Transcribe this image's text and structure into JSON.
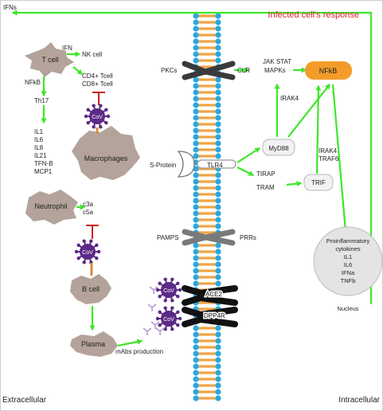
{
  "colors": {
    "arrow": "#3ee62a",
    "inhibit": "#cc1f1f",
    "title": "#d62424",
    "cell": "#b3a39a",
    "virus": "#5b2a86",
    "nfkb": "#f39c2a",
    "bead": "#29a8e0",
    "tail": "#f0a545",
    "receptor": "#3a3a3a",
    "nucleus": "#e4e4e4"
  },
  "labels": {
    "title": "Infected cell's response",
    "ifns": "IFNs",
    "extracellular": "Extracellular",
    "intracellular": "Intracellular",
    "nucleus": "Nucleus",
    "tcell": "T cell",
    "ifn": "IFN",
    "nkcell": "NK cell",
    "nfkb_small": "NFkB",
    "th17": "Th17",
    "cd4": "CD4+ Tcell",
    "cd8": "CD8+ Tcell",
    "cytokines": [
      "IL1",
      "IL6",
      "IL8",
      "IL21",
      "TFN-B",
      "MCP1"
    ],
    "cov": "CoV",
    "macrophages": "Macrophages",
    "neutrophil": "Neutrophil",
    "c3a": "c3a",
    "c5a": "c5a",
    "bcell": "B cell",
    "plasma": "Plasma",
    "mabs": "mAbs production",
    "pkcs": "PKCs",
    "clr": "CLR",
    "jakstat": "JAK STAT",
    "mapks": "MAPKs",
    "nfkb": "NFkB",
    "irak4_a": "IRAK4",
    "myd88": "MyD88",
    "irak4_b": "IRAK4",
    "traf6": "TRAF6",
    "sprotein": "S-Protein",
    "tlr4": "TLR4",
    "tirap": "TIRAP",
    "tram": "TRAM",
    "trif": "TRIF",
    "pamps": "PAMPS",
    "prrs": "PRRs",
    "ace2": "ACE2",
    "dpp4r": "DPP4R",
    "nucleus_lines": [
      "Proinflammatory",
      "cytokines",
      "IL1",
      "IL6",
      "IFNa",
      "TNFb"
    ]
  }
}
